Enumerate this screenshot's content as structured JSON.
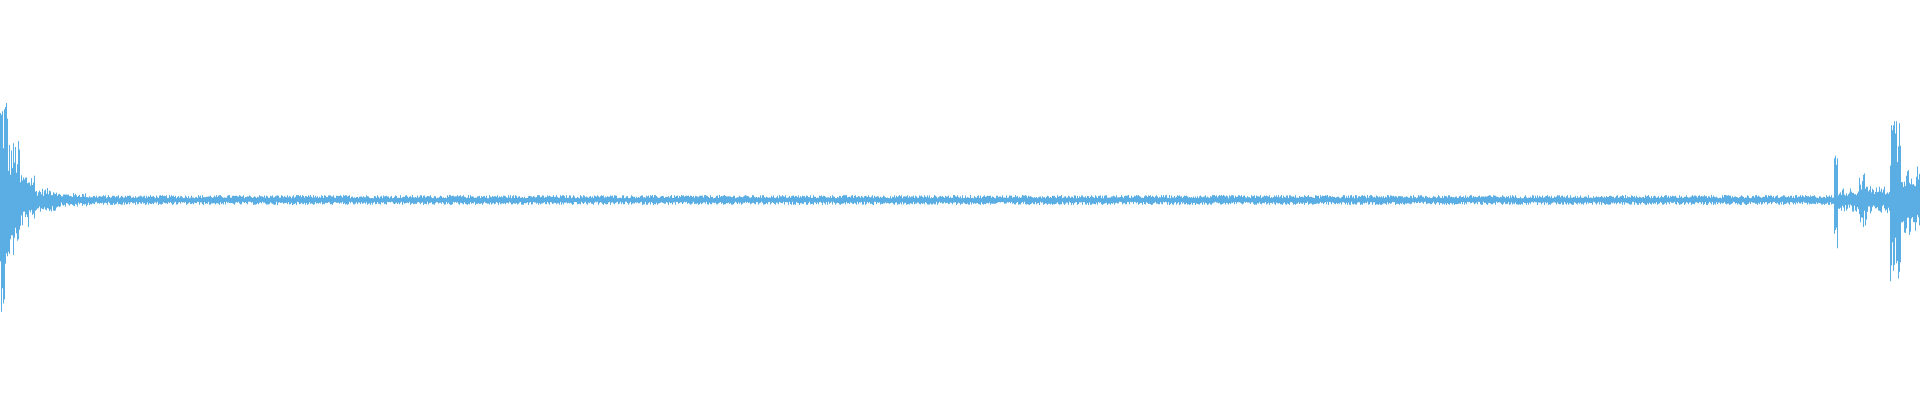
{
  "waveform": {
    "color": "#5aaee4",
    "background": "#ffffff",
    "segments": [
      {
        "start": 0.0,
        "end": 0.004,
        "amplitude": 0.56
      },
      {
        "start": 0.004,
        "end": 0.01,
        "amplitude": 0.3
      },
      {
        "start": 0.01,
        "end": 0.018,
        "amplitude": 0.14
      },
      {
        "start": 0.018,
        "end": 0.03,
        "amplitude": 0.06
      },
      {
        "start": 0.03,
        "end": 0.045,
        "amplitude": 0.035
      },
      {
        "start": 0.045,
        "end": 0.955,
        "amplitude": 0.025
      },
      {
        "start": 0.955,
        "end": 0.957,
        "amplitude": 0.25
      },
      {
        "start": 0.957,
        "end": 0.968,
        "amplitude": 0.06
      },
      {
        "start": 0.968,
        "end": 0.972,
        "amplitude": 0.14
      },
      {
        "start": 0.972,
        "end": 0.984,
        "amplitude": 0.07
      },
      {
        "start": 0.984,
        "end": 0.99,
        "amplitude": 0.45
      },
      {
        "start": 0.99,
        "end": 1.0,
        "amplitude": 0.18
      }
    ]
  }
}
